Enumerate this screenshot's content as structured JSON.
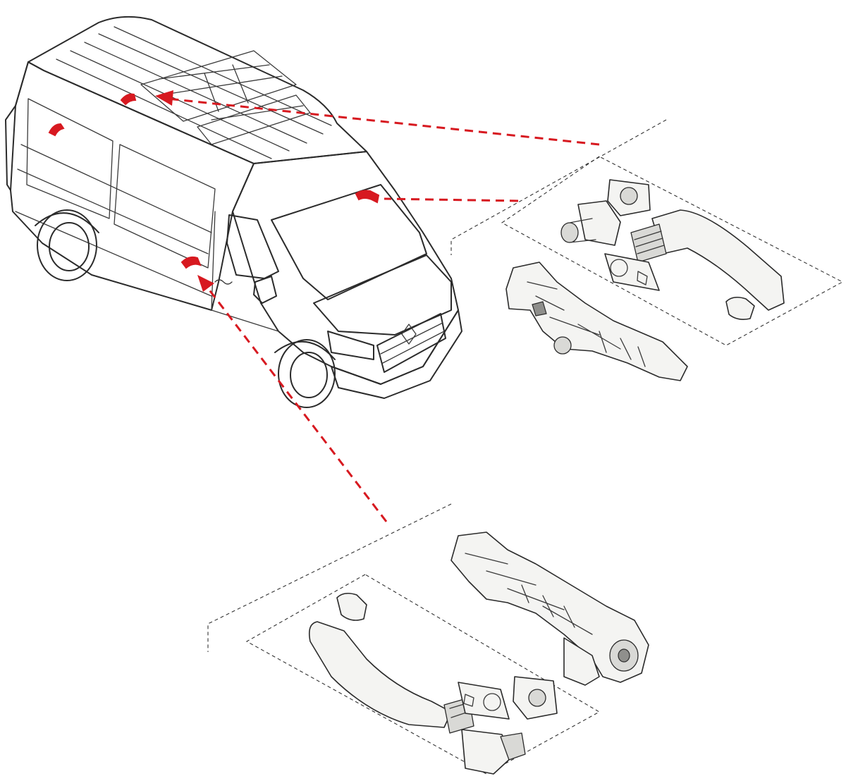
{
  "diagram": {
    "accent_color": "#d71920",
    "line_color": "#2b2b2b",
    "components": [
      {
        "name": "van",
        "role": "vehicle line drawing"
      },
      {
        "name": "sliding-door-handle-marker",
        "role": "red marker"
      },
      {
        "name": "rear-roof-handle-marker",
        "role": "red marker"
      },
      {
        "name": "front-door-handle-marker",
        "role": "red marker"
      },
      {
        "name": "upper-handle-kit",
        "role": "exploded parts group"
      },
      {
        "name": "lower-handle-kit",
        "role": "exploded parts group"
      }
    ],
    "callouts": [
      {
        "from": "upper-handle-kit",
        "to": "rear-roof-handle-marker"
      },
      {
        "from": "upper-handle-kit",
        "to": "front-door-handle-marker"
      },
      {
        "from": "lower-handle-kit",
        "to": "sliding-door-handle-marker"
      }
    ]
  }
}
